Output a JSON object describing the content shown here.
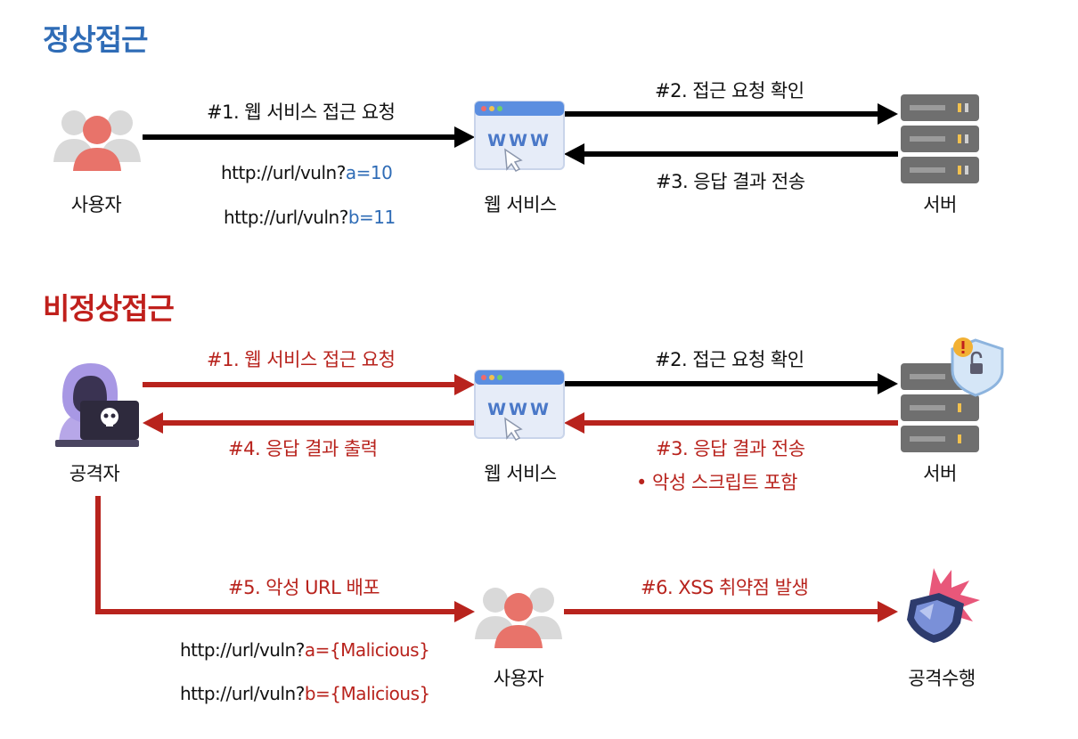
{
  "normal": {
    "title": "정상접근",
    "user_label": "사용자",
    "web_label": "웹 서비스",
    "server_label": "서버",
    "step1": "#1. 웹 서비스 접근 요청",
    "step2": "#2. 접근 요청 확인",
    "step3": "#3. 응답 결과 전송",
    "url_a_prefix": "http://url/vuln?",
    "url_a_param": "a=10",
    "url_b_prefix": "http://url/vuln?",
    "url_b_param": "b=11"
  },
  "abnormal": {
    "title": "비정상접근",
    "attacker_label": "공격자",
    "web_label": "웹 서비스",
    "server_label": "서버",
    "user_label": "사용자",
    "attack_label": "공격수행",
    "step1": "#1. 웹 서비스 접근 요청",
    "step2": "#2. 접근 요청 확인",
    "step3": "#3. 응답 결과 전송",
    "step3_bullet": "• 악성 스크립트 포함",
    "step4": "#4. 응답 결과 출력",
    "step5": "#5. 악성 URL 배포",
    "step6": "#6. XSS 취약점 발생",
    "url_a_prefix": "http://url/vuln?",
    "url_a_param": "a={Malicious}",
    "url_b_prefix": "http://url/vuln?",
    "url_b_param": "b={Malicious}"
  },
  "colors": {
    "blue": "#2f6cb6",
    "red": "#b8231d",
    "black": "#000000"
  },
  "icons": {
    "www": "WWW"
  }
}
